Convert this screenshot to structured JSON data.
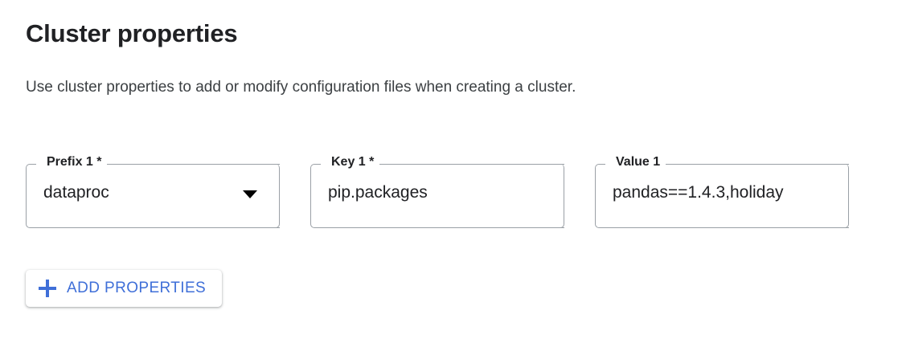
{
  "section": {
    "title": "Cluster properties",
    "description": "Use cluster properties to add or modify configuration files when creating a cluster."
  },
  "fields": [
    {
      "label": "Prefix 1 *",
      "value": "dataproc",
      "control": "select",
      "icon": "chevron-down-icon",
      "required": true
    },
    {
      "label": "Key 1 *",
      "value": "pip.packages",
      "control": "text",
      "required": true
    },
    {
      "label": "Value 1",
      "value": "pandas==1.4.3,holiday",
      "control": "text",
      "required": false
    }
  ],
  "actions": {
    "add_properties": {
      "label": "ADD PROPERTIES",
      "icon": "plus-icon"
    }
  },
  "colors": {
    "accent_blue": "#3f6fd8",
    "text_primary": "#202124",
    "text_secondary": "#3c4043",
    "field_border": "#9aa0a6",
    "background": "#ffffff"
  }
}
